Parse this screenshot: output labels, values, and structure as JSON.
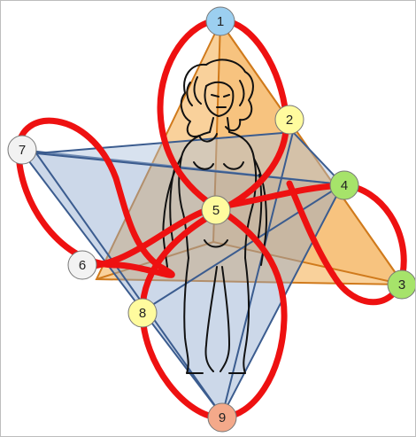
{
  "diagram": {
    "colors": {
      "loop": "#ee1111",
      "triangle_orange": "#f7c27a",
      "triangle_orange_edge": "#d07a1c",
      "triangle_blue": "#8ea8cf",
      "triangle_blue_edge": "#3b5c8f",
      "figure_outline": "#111111"
    },
    "nodes": [
      {
        "label": "1",
        "color": "#9ccff0"
      },
      {
        "label": "2",
        "color": "#fffb9e"
      },
      {
        "label": "3",
        "color": "#a6e36a"
      },
      {
        "label": "4",
        "color": "#a6e36a"
      },
      {
        "label": "5",
        "color": "#fffb9e"
      },
      {
        "label": "6",
        "color": "#f2f2f2"
      },
      {
        "label": "7",
        "color": "#f2f2f2"
      },
      {
        "label": "8",
        "color": "#fffb9e"
      },
      {
        "label": "9",
        "color": "#f4a98a"
      }
    ]
  }
}
